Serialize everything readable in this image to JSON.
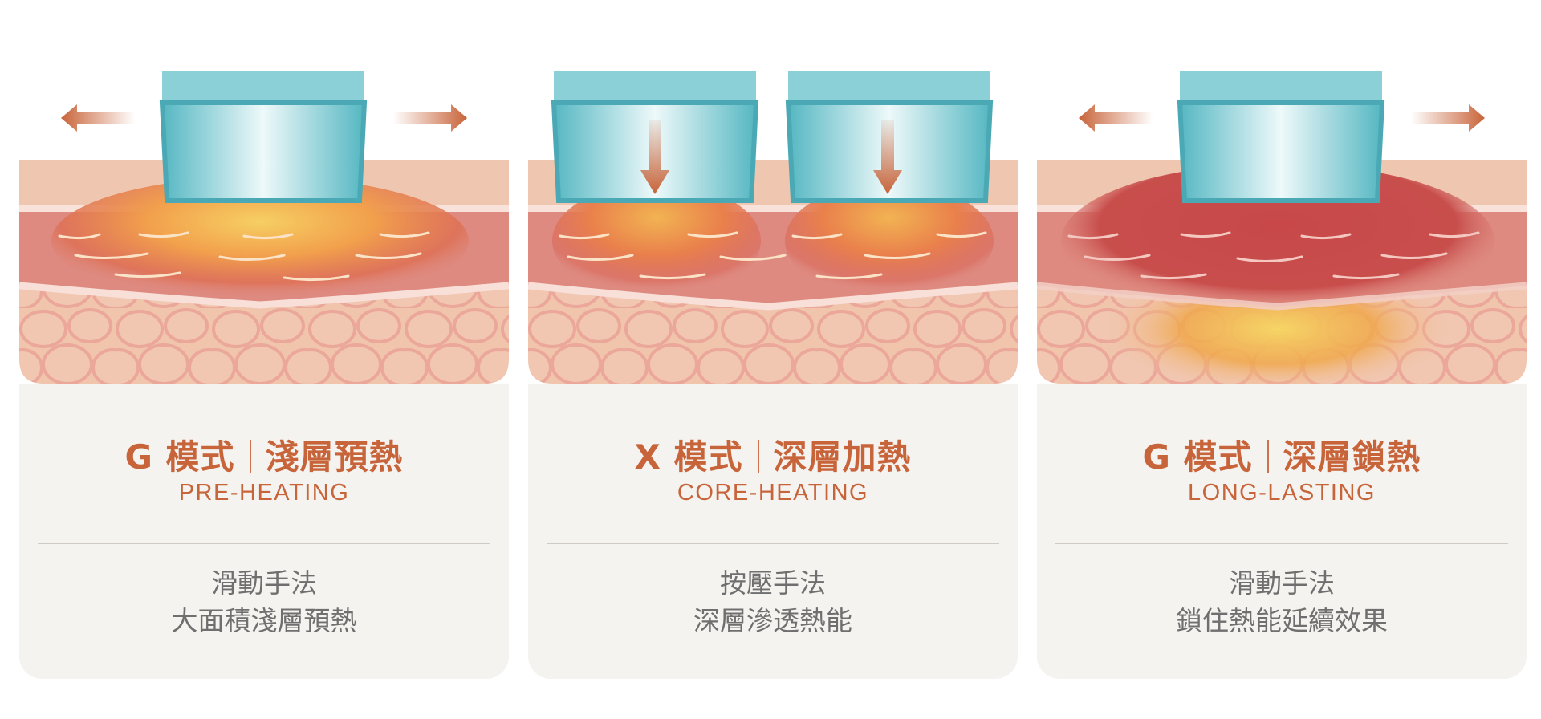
{
  "panels": [
    {
      "title_mode": "G 模式",
      "title_name": "淺層預熱",
      "subtitle": "PRE-HEATING",
      "desc_line1": "滑動手法",
      "desc_line2": "大面積淺層預熱",
      "technique": "sliding",
      "heat_depth": "shallow",
      "heads": 1
    },
    {
      "title_mode": "X 模式",
      "title_name": "深層加熱",
      "subtitle": "CORE-HEATING",
      "desc_line1": "按壓手法",
      "desc_line2": "深層滲透熱能",
      "technique": "pressing",
      "heat_depth": "deep-localized",
      "heads": 2
    },
    {
      "title_mode": "G 模式",
      "title_name": "深層鎖熱",
      "subtitle": "LONG-LASTING",
      "desc_line1": "滑動手法",
      "desc_line2": "鎖住熱能延續效果",
      "technique": "sliding",
      "heat_depth": "deep-wide",
      "heads": 1
    }
  ],
  "colors": {
    "accent": "#c8643a",
    "card_bg": "#f5f3ef",
    "epidermis": "#efc7b0",
    "dermis": "#de8a80",
    "fat": "#f1c4ac",
    "fat_cell": "#eba79a",
    "device_teal": "#5bbdc7",
    "arrow": "#c8643a"
  }
}
